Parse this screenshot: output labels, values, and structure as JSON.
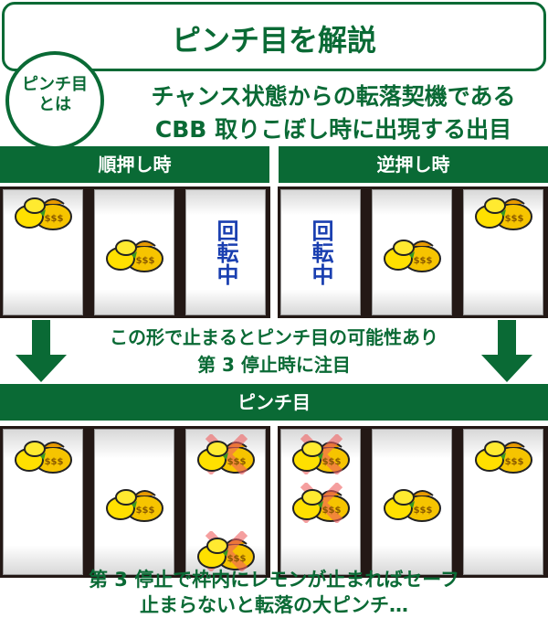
{
  "title": "ピンチ目を解説",
  "badge": {
    "line1": "ピンチ目",
    "line2": "とは"
  },
  "description": {
    "line1": "チャンス状態からの転落契機である",
    "line2": "CBB 取りこぼし時に出現する出目"
  },
  "sections": {
    "forward": "順押し時",
    "reverse": "逆押し時",
    "pinch": "ピンチ目"
  },
  "spin_label": "回転中",
  "middle_text": {
    "line1": "この形で止まるとピンチ目の可能性あり",
    "line2": "第 3 停止時に注目"
  },
  "bottom_text": {
    "line1": "第 3 停止で枠内にレモンが止まればセーフ",
    "line2": "止まらないと転落の大ピンチ…"
  },
  "colors": {
    "green": "#0a6a35",
    "frame": "#231815",
    "spin": "#1a3fb0",
    "cross": "#f06060"
  },
  "reels": {
    "forward": [
      [
        "lemon",
        "",
        ""
      ],
      [
        "",
        "lemon",
        ""
      ],
      [
        "spin",
        "spin",
        "spin"
      ]
    ],
    "reverse": [
      [
        "spin",
        "spin",
        "spin"
      ],
      [
        "",
        "lemon",
        ""
      ],
      [
        "lemon",
        "",
        ""
      ]
    ],
    "pinch_forward": [
      [
        "lemon",
        "",
        ""
      ],
      [
        "",
        "lemon",
        ""
      ],
      [
        "lemon-x",
        "",
        "lemon-x"
      ]
    ],
    "pinch_reverse": [
      [
        "lemon-x",
        "lemon-x",
        ""
      ],
      [
        "",
        "lemon",
        ""
      ],
      [
        "lemon",
        "",
        ""
      ]
    ]
  }
}
